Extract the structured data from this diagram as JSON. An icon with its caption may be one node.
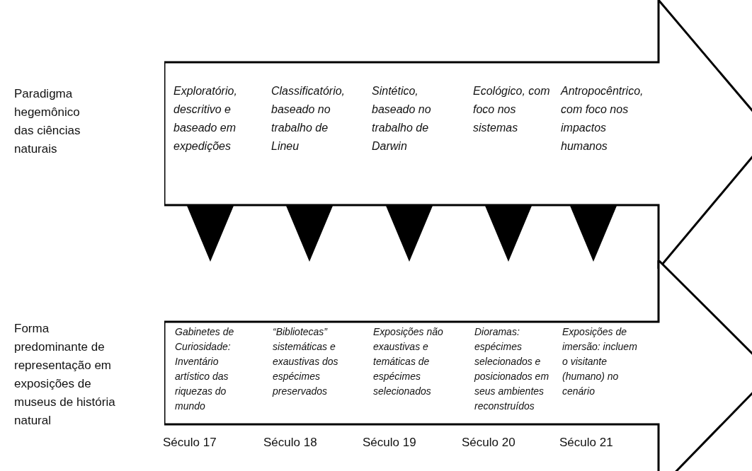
{
  "diagram": {
    "nodes": [
      {
        "text": [],
        "shape": "arrow"
      },
      {
        "text": [
          "Exploratório, descritivo e baseado em expedições"
        ],
        "in": 0
      },
      {
        "text": [
          "Classificatório, baseado no trabalho de Lineu"
        ],
        "in": 0
      },
      {
        "text": [
          "Sintético, baseado no trabalho de Darwin"
        ],
        "in": 0
      },
      {
        "text": [
          "Ecológico, com foco nos sistemas"
        ],
        "in": 0
      },
      {
        "text": [
          "Antropocêntrico, com foco nos impactos humanos"
        ],
        "in": 0
      },
      {
        "text": [],
        "shape": "arrow"
      },
      {
        "text": [
          "Gabinetes de Curiosidade: Inventário artístico das riquezas do mundo"
        ],
        "in": 6
      },
      {
        "text": [
          "“Bibliotecas” sistemáticas e exaustivas dos espécimes preservados"
        ],
        "in": 6
      },
      {
        "text": [
          "Exposições não exaustivas e temáticas de espécimes selecionados"
        ],
        "in": 6
      },
      {
        "text": [
          "Dioramas: espécimes selecionados e posicionados em seus ambientes reconstruídos"
        ],
        "in": 6
      },
      {
        "text": [
          "Exposições de imersão: incluem o visitante (humano) no cenário"
        ],
        "in": 6
      }
    ],
    "labels": [
      "Paradigma hegemônico das ciências naturais",
      "Forma predominante de representação em exposições de museus de história natural",
      "Século 17",
      "Século 18",
      "Século 19",
      "Século 20",
      "Século 21"
    ]
  }
}
